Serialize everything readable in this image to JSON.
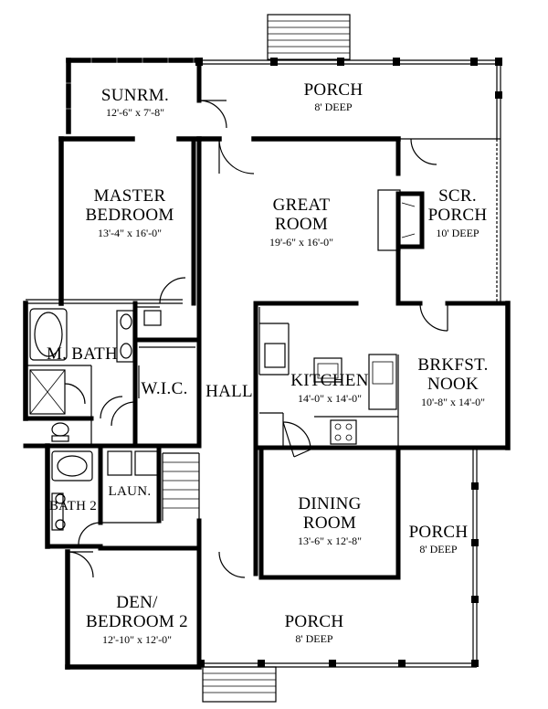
{
  "plan": {
    "rooms": [
      {
        "id": "sunroom",
        "name": [
          "SUNRM."
        ],
        "dims": "12'-6\" x 7'-8\""
      },
      {
        "id": "porch-top",
        "name": [
          "PORCH"
        ],
        "dims": "8' DEEP"
      },
      {
        "id": "master-bedroom",
        "name": [
          "MASTER",
          "BEDROOM"
        ],
        "dims": "13'-4\" x 16'-0\""
      },
      {
        "id": "great-room",
        "name": [
          "GREAT",
          "ROOM"
        ],
        "dims": "19'-6\" x 16'-0\""
      },
      {
        "id": "screen-porch",
        "name": [
          "SCR.",
          "PORCH"
        ],
        "dims": "10' DEEP"
      },
      {
        "id": "master-bath",
        "name": [
          "M. BATH"
        ],
        "dims": ""
      },
      {
        "id": "walk-in-closet",
        "name": [
          "W.I.C."
        ],
        "dims": ""
      },
      {
        "id": "hall",
        "name": [
          "HALL"
        ],
        "dims": ""
      },
      {
        "id": "kitchen",
        "name": [
          "KITCHEN"
        ],
        "dims": "14'-0\" x 14'-0\""
      },
      {
        "id": "breakfast-nook",
        "name": [
          "BRKFST.",
          "NOOK"
        ],
        "dims": "10'-8\" x 14'-0\""
      },
      {
        "id": "bath-2",
        "name": [
          "BATH 2"
        ],
        "dims": ""
      },
      {
        "id": "laundry",
        "name": [
          "LAUN."
        ],
        "dims": ""
      },
      {
        "id": "dining-room",
        "name": [
          "DINING",
          "ROOM"
        ],
        "dims": "13'-6\" x 12'-8\""
      },
      {
        "id": "porch-right",
        "name": [
          "PORCH"
        ],
        "dims": "8' DEEP"
      },
      {
        "id": "den-bedroom-2",
        "name": [
          "DEN/",
          "BEDROOM 2"
        ],
        "dims": "12'-10\" x 12'-0\""
      },
      {
        "id": "porch-bottom",
        "name": [
          "PORCH"
        ],
        "dims": "8' DEEP"
      }
    ]
  },
  "colors": {
    "line": "#000000",
    "background": "#ffffff"
  }
}
